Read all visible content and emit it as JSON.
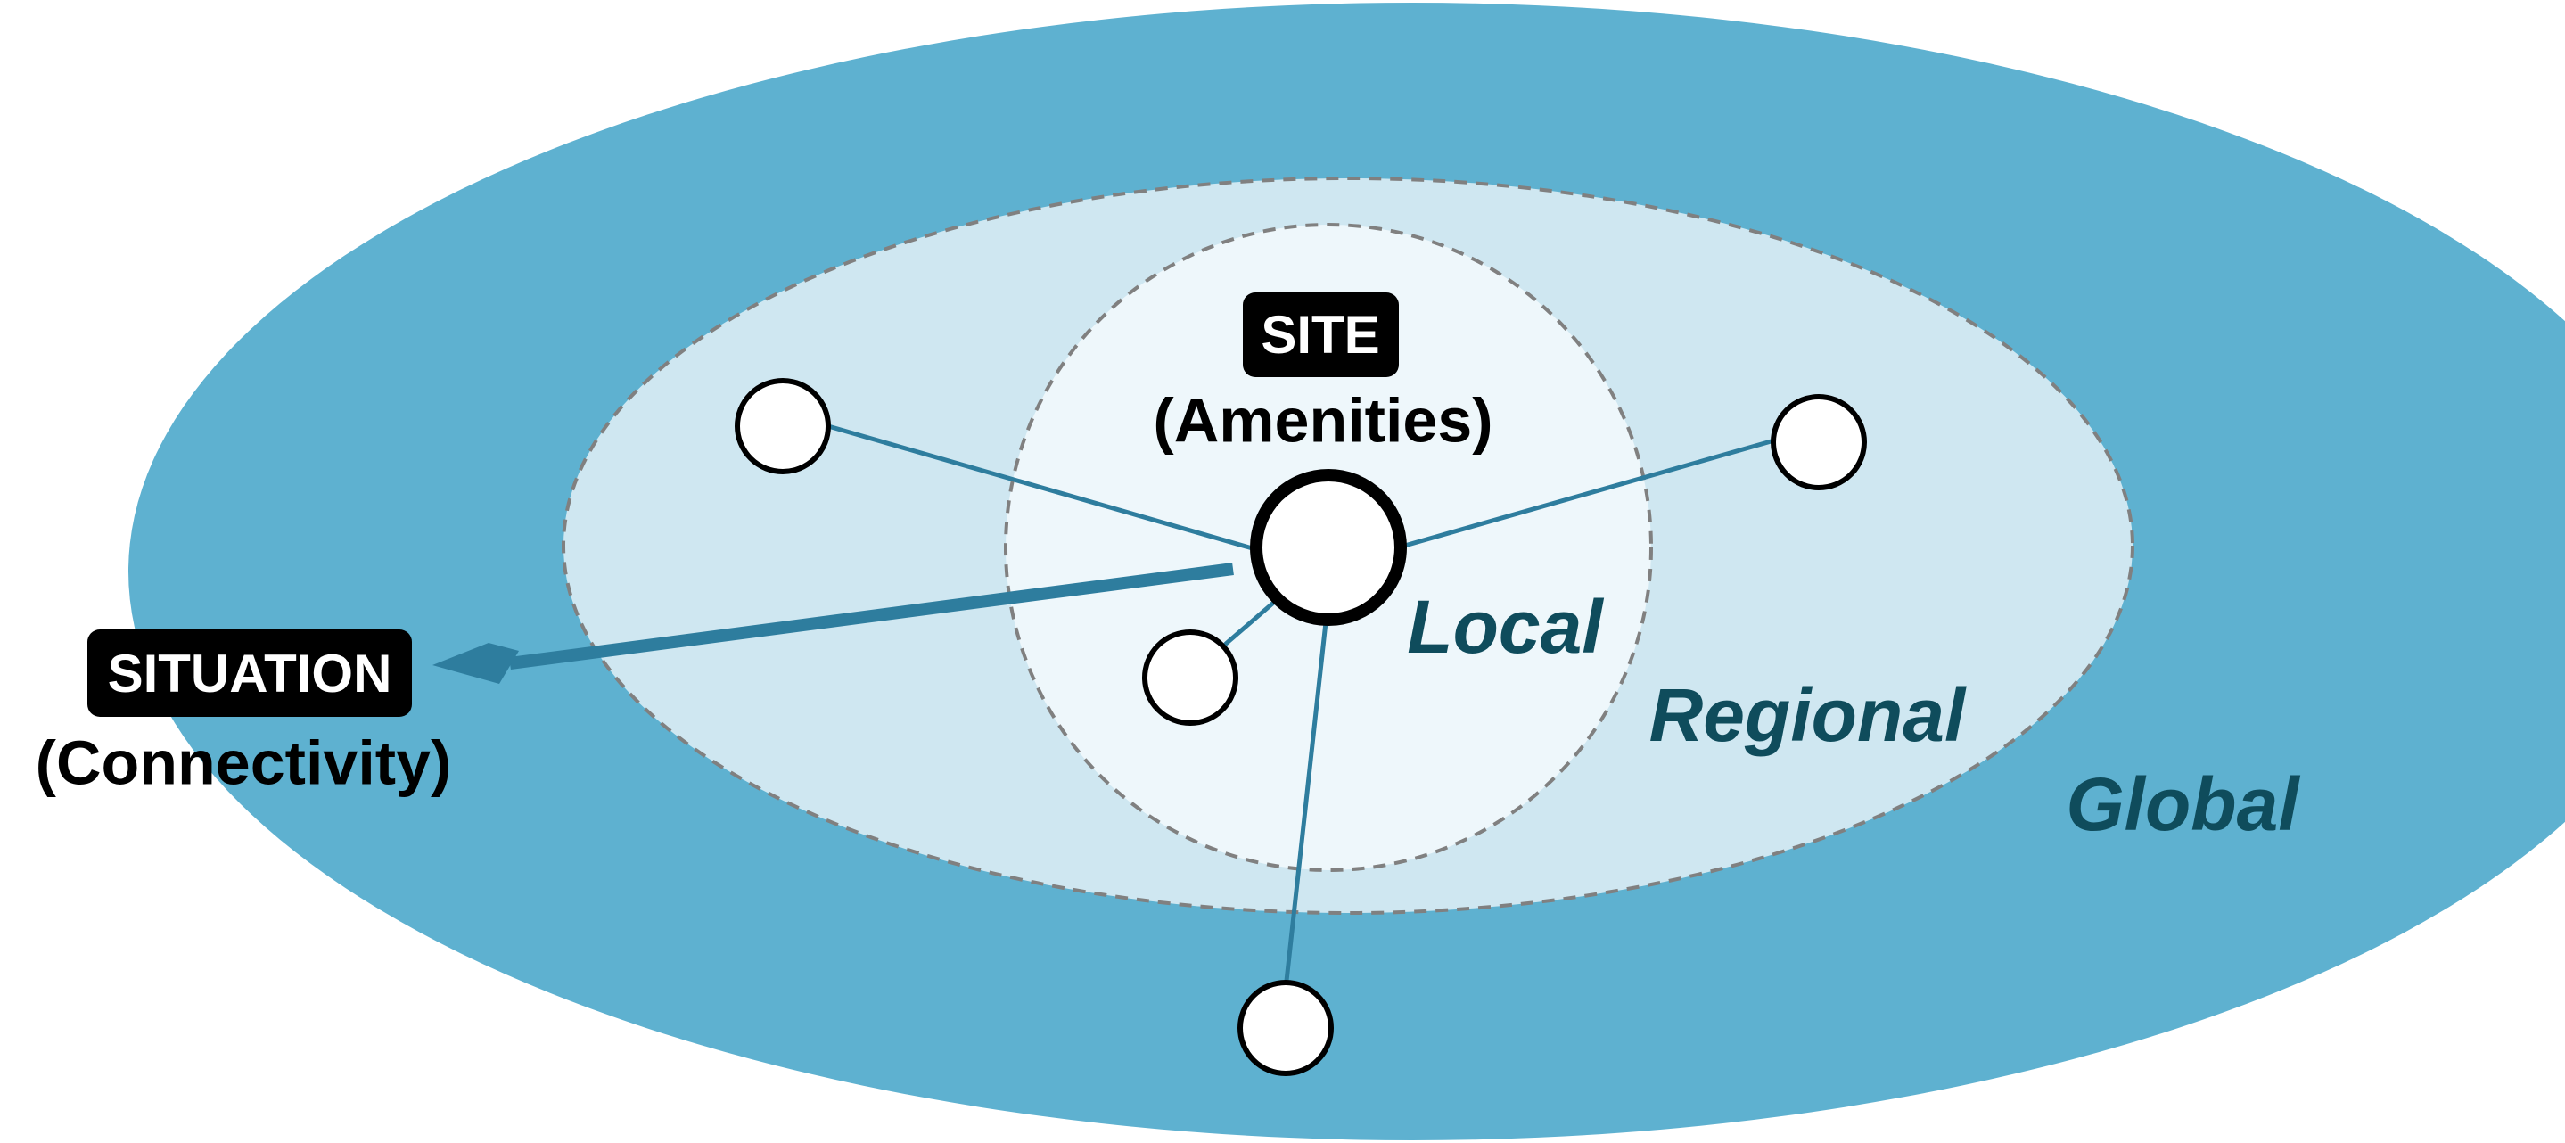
{
  "labels": {
    "site": {
      "tag": "SITE",
      "subtitle": "(Amenities)"
    },
    "situation": {
      "tag": "SITUATION",
      "subtitle": "(Connectivity)"
    },
    "zones": {
      "local": "Local",
      "regional": "Regional",
      "global": "Global"
    }
  },
  "colors": {
    "global_fill": "#5eb1d0",
    "regional_fill": "#cfe7f1",
    "local_fill": "#eef7fb",
    "zone_text": "#0f4c5c",
    "connector": "#2e7d9e",
    "tag_bg": "#000000",
    "tag_text": "#ffffff",
    "dashed_border": "#808080"
  },
  "icons": {
    "center_node": "circle",
    "peripheral_node": "circle",
    "connectivity_arrow": "arrow-left"
  }
}
